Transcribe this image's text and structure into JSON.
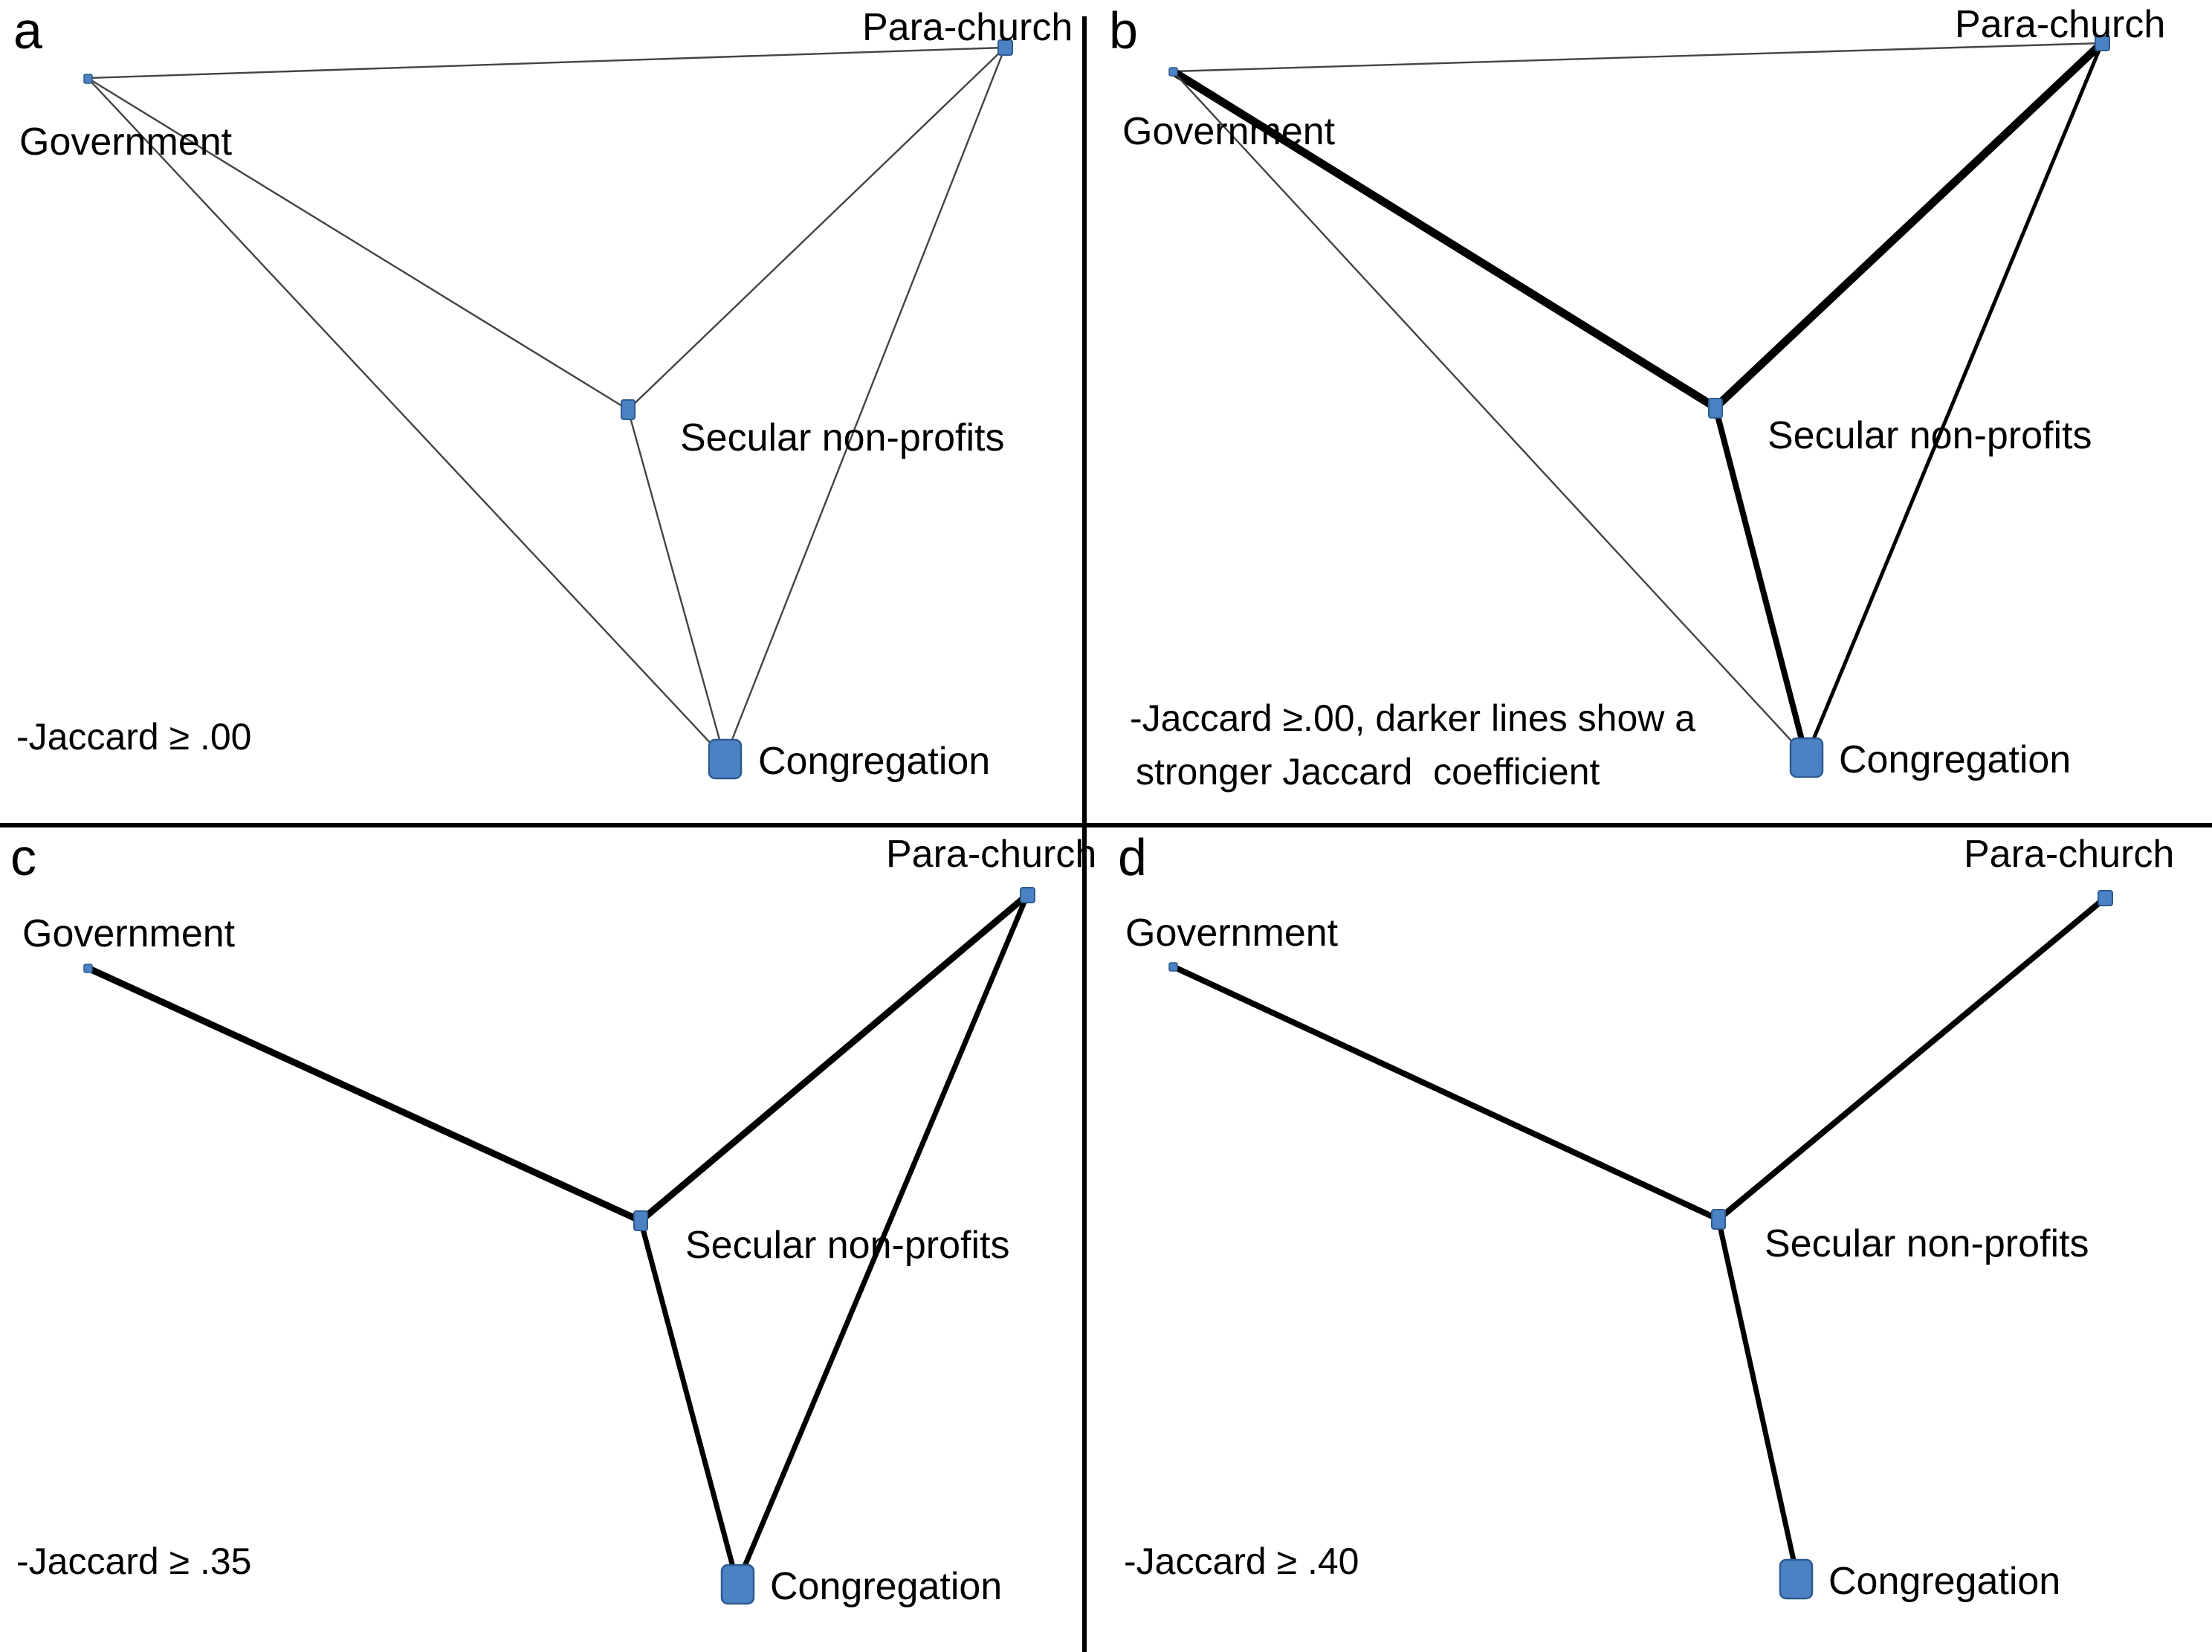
{
  "figure": {
    "background": "#ffffff",
    "node_fill": "#4A82C3",
    "node_stroke": "#2E5B8F",
    "edge_color": "#000000"
  },
  "nodes": {
    "government": "Government",
    "parachurch": "Para-church",
    "secular": "Secular non-profits",
    "congregation": "Congregation"
  },
  "panels": [
    {
      "letter": "a",
      "caption": "-Jaccard ≥ .00",
      "labels": {
        "government": "Government",
        "parachurch": "Para-church",
        "secular": "Secular non-profits",
        "congregation": "Congregation"
      }
    },
    {
      "letter": "b",
      "caption": "-Jaccard ≥.00, darker lines show a\nstronger Jaccard  coefficient",
      "caption_line1": "-Jaccard ≥.00, darker lines show a",
      "caption_line2": "stronger Jaccard  coefficient",
      "labels": {
        "government": "Government",
        "parachurch": "Para-church",
        "secular": "Secular non-profits",
        "congregation": "Congregation"
      }
    },
    {
      "letter": "c",
      "caption": "-Jaccard ≥ .35",
      "labels": {
        "government": "Government",
        "parachurch": "Para-church",
        "secular": "Secular non-profits",
        "congregation": "Congregation"
      }
    },
    {
      "letter": "d",
      "caption": "-Jaccard ≥ .40",
      "labels": {
        "government": "Government",
        "parachurch": "Para-church",
        "secular": "Secular non-profits",
        "congregation": "Congregation"
      }
    }
  ],
  "chart_data": {
    "type": "network",
    "title": "Jaccard coefficient network thresholds between four organisation types",
    "node_names": [
      "Government",
      "Para-church",
      "Secular non-profits",
      "Congregation"
    ],
    "node_sizes": {
      "Government": "very-small",
      "Para-church": "small",
      "Secular non-profits": "small",
      "Congregation": "large"
    },
    "node_color": "#4A82C3",
    "panels": [
      {
        "letter": "a",
        "threshold": 0.0,
        "caption": "-Jaccard ≥ .00",
        "edge_weighting": "uniform-thin",
        "edges": [
          {
            "from": "Government",
            "to": "Para-church",
            "weight": "thin"
          },
          {
            "from": "Government",
            "to": "Secular non-profits",
            "weight": "thin"
          },
          {
            "from": "Government",
            "to": "Congregation",
            "weight": "thin"
          },
          {
            "from": "Para-church",
            "to": "Secular non-profits",
            "weight": "thin"
          },
          {
            "from": "Para-church",
            "to": "Congregation",
            "weight": "thin"
          },
          {
            "from": "Secular non-profits",
            "to": "Congregation",
            "weight": "thin"
          }
        ]
      },
      {
        "letter": "b",
        "threshold": 0.0,
        "caption": "-Jaccard ≥.00, darker lines show a stronger Jaccard  coefficient",
        "edge_weighting": "by-jaccard-strength",
        "edges": [
          {
            "from": "Government",
            "to": "Para-church",
            "weight": "thin"
          },
          {
            "from": "Government",
            "to": "Secular non-profits",
            "weight": "thick"
          },
          {
            "from": "Government",
            "to": "Congregation",
            "weight": "thin"
          },
          {
            "from": "Para-church",
            "to": "Secular non-profits",
            "weight": "thick"
          },
          {
            "from": "Para-church",
            "to": "Congregation",
            "weight": "medium"
          },
          {
            "from": "Secular non-profits",
            "to": "Congregation",
            "weight": "thick"
          }
        ]
      },
      {
        "letter": "c",
        "threshold": 0.35,
        "caption": "-Jaccard ≥ .35",
        "edge_weighting": "uniform-thick",
        "edges": [
          {
            "from": "Government",
            "to": "Secular non-profits",
            "weight": "thick"
          },
          {
            "from": "Para-church",
            "to": "Secular non-profits",
            "weight": "thick"
          },
          {
            "from": "Para-church",
            "to": "Congregation",
            "weight": "thick"
          },
          {
            "from": "Secular non-profits",
            "to": "Congregation",
            "weight": "thick"
          }
        ]
      },
      {
        "letter": "d",
        "threshold": 0.4,
        "caption": "-Jaccard ≥ .40",
        "edge_weighting": "uniform-thick",
        "edges": [
          {
            "from": "Government",
            "to": "Secular non-profits",
            "weight": "thick"
          },
          {
            "from": "Para-church",
            "to": "Secular non-profits",
            "weight": "thick"
          },
          {
            "from": "Secular non-profits",
            "to": "Congregation",
            "weight": "thick"
          }
        ]
      }
    ]
  }
}
